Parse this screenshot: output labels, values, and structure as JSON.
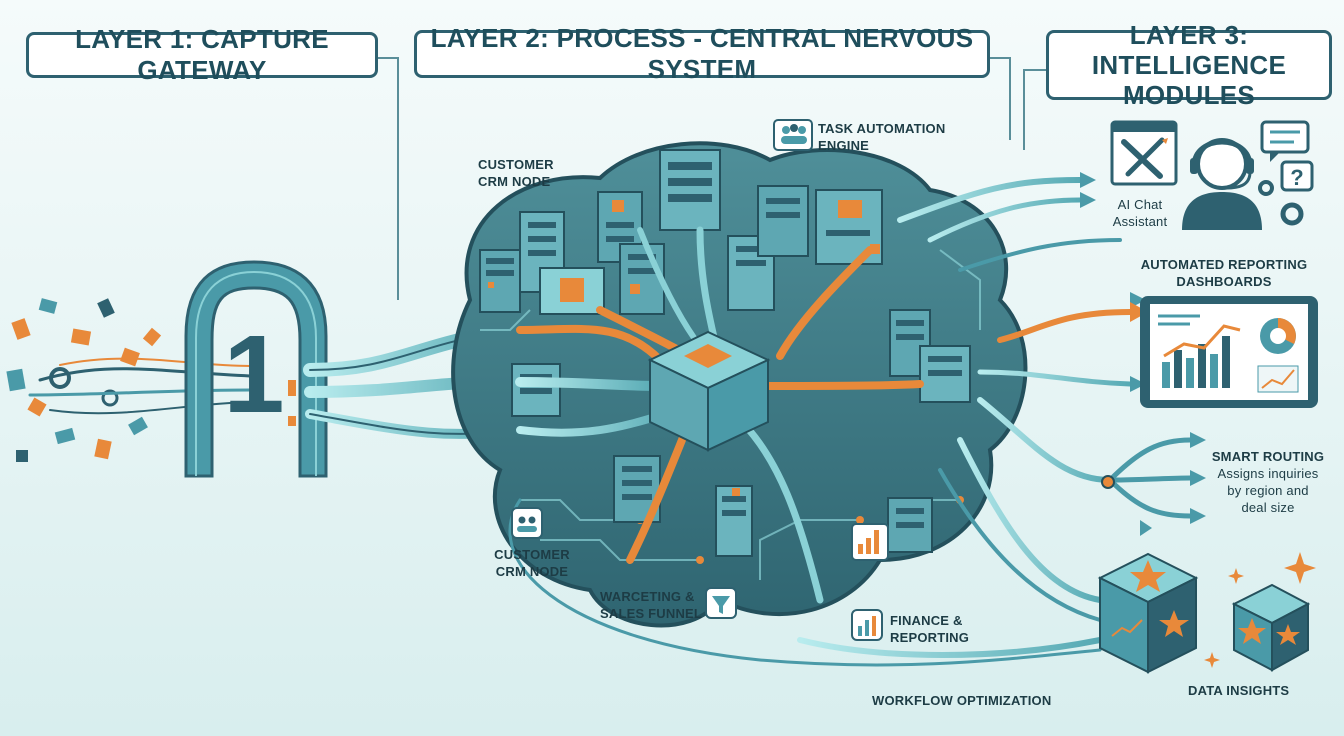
{
  "layers": {
    "layer1": "LAYER 1: CAPTURE GATEWAY",
    "layer2": "LAYER 2: PROCESS - CENTRAL NERVOUS SYSTEM",
    "layer3_line1": "LAYER 3: INTELLIGENCE",
    "layer3_line2": "MODULES"
  },
  "gateway_glyph": "1",
  "labels": {
    "crm_top_line1": "CUSTOMER",
    "crm_top_line2": "CRM NODE",
    "task_line1": "TASK AUTOMATION",
    "task_line2": "ENGINE",
    "crm_bottom_line1": "CUSTOMER",
    "crm_bottom_line2": "CRM NODE",
    "marketing_line1": "WARCETING &",
    "marketing_line2": "SALES FUNNEL",
    "finance_line1": "FINANCE &",
    "finance_line2": "REPORTING",
    "workflow": "WORKFLOW OPTIMIZATION",
    "chat_line1": "AI Chat",
    "chat_line2": "Assistant",
    "reporting_line1": "AUTOMATED REPORTING",
    "reporting_line2": "DASHBOARDS",
    "routing_title": "SMART ROUTING",
    "routing_line1": "Assigns inquiries",
    "routing_line2": "by region and",
    "routing_line3": "deal size",
    "insights": "DATA INSIGHTS",
    "help_glyph": "?"
  },
  "colors": {
    "teal_dark": "#2e6170",
    "teal": "#4a9aa8",
    "teal_light": "#8ad1d6",
    "orange": "#e8893a",
    "cream": "#ffffff"
  },
  "icons": [
    "people-icon",
    "funnel-icon",
    "bar-chart-icon",
    "wrench-pencil-icon",
    "headset-agent-icon",
    "chat-bubble-icon",
    "gear-icon",
    "star-icon",
    "sparkle-icon",
    "line-chart-icon",
    "pie-chart-icon"
  ]
}
